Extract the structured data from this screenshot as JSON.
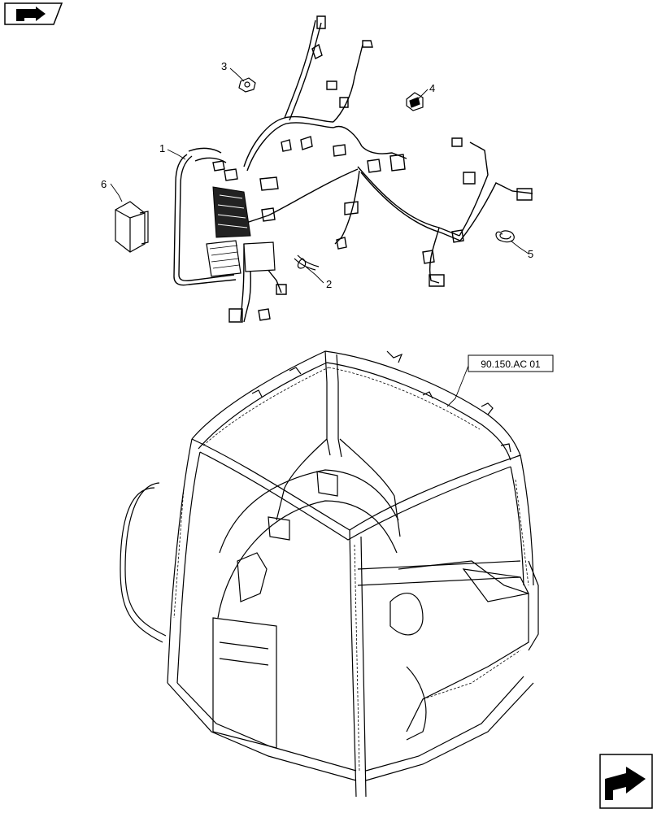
{
  "diagram": {
    "callouts": [
      {
        "id": "1",
        "label": "1"
      },
      {
        "id": "2",
        "label": "2"
      },
      {
        "id": "3",
        "label": "3"
      },
      {
        "id": "4",
        "label": "4"
      },
      {
        "id": "5",
        "label": "5"
      },
      {
        "id": "6",
        "label": "6"
      }
    ],
    "reference": "90.150.AC 01"
  },
  "icons": {
    "top_left": "previous-page-arrow-icon",
    "bottom_right": "next-page-arrow-icon"
  }
}
